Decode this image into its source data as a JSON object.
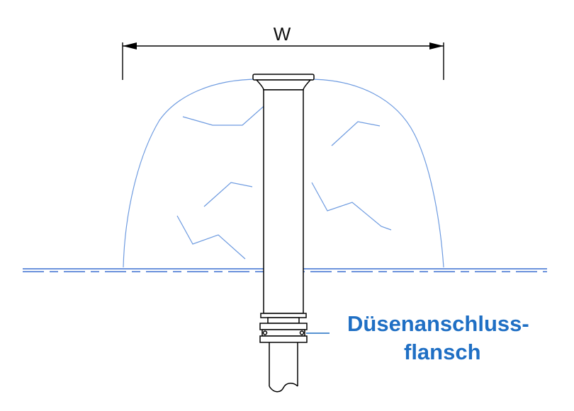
{
  "diagram": {
    "dimension_label": "W",
    "callout_line1": "Düsenanschluss-",
    "callout_line2": "flansch"
  },
  "colors": {
    "outline": "#000000",
    "water": "#6e9be0",
    "water_surface": "#3a6fd0",
    "callout": "#1f6fc4"
  }
}
